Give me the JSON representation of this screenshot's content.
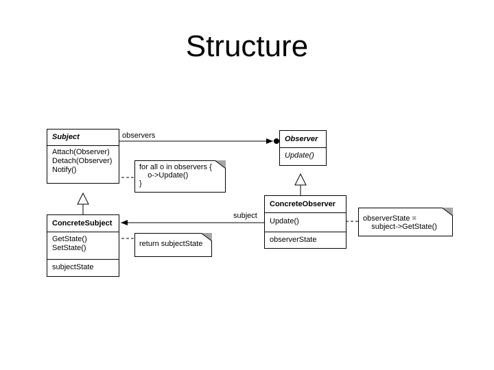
{
  "title": "Structure",
  "subject": {
    "name": "Subject",
    "operations": [
      "Attach(Observer)",
      "Detach(Observer)",
      "Notify()"
    ]
  },
  "observer": {
    "name": "Observer",
    "operations": [
      "Update()"
    ]
  },
  "concrete_subject": {
    "name": "ConcreteSubject",
    "operations": [
      "GetState()",
      "SetState()"
    ],
    "attributes": [
      "subjectState"
    ]
  },
  "concrete_observer": {
    "name": "ConcreteObserver",
    "operations": [
      "Update()"
    ],
    "attributes": [
      "observerState"
    ]
  },
  "associations": {
    "observers_label": "observers",
    "subject_label": "subject"
  },
  "notes": {
    "notify": [
      "for all o in observers {",
      "    o->Update()",
      "}"
    ],
    "getstate": [
      "return subjectState"
    ],
    "update": [
      "observerState =",
      "    subject->GetState()"
    ]
  },
  "colors": {
    "line": "#000000",
    "note_fold": "#a6a6a6"
  }
}
